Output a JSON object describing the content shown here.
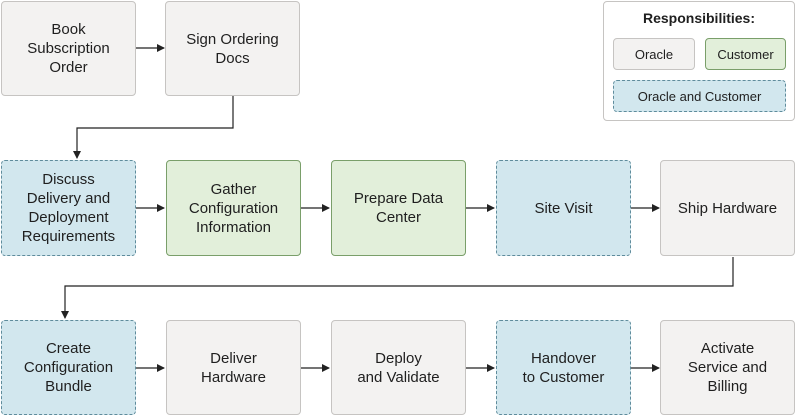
{
  "legend": {
    "title": "Responsibilities:",
    "oracle": "Oracle",
    "customer": "Customer",
    "both": "Oracle and Customer"
  },
  "steps": {
    "book_order": "Book\nSubscription\nOrder",
    "sign_docs": "Sign Ordering\nDocs",
    "discuss": "Discuss\nDelivery and\nDeployment\nRequirements",
    "gather": "Gather\nConfiguration\nInformation",
    "prepare": "Prepare Data\nCenter",
    "site_visit": "Site Visit",
    "ship": "Ship Hardware",
    "create_bundle": "Create\nConfiguration\nBundle",
    "deliver": "Deliver\nHardware",
    "deploy": "Deploy\nand Validate",
    "handover": "Handover\nto Customer",
    "activate": "Activate\nService and\nBilling"
  },
  "colors": {
    "oracle_fill": "#f3f2f1",
    "customer_fill": "#e2efda",
    "both_fill": "#d2e7ee"
  }
}
